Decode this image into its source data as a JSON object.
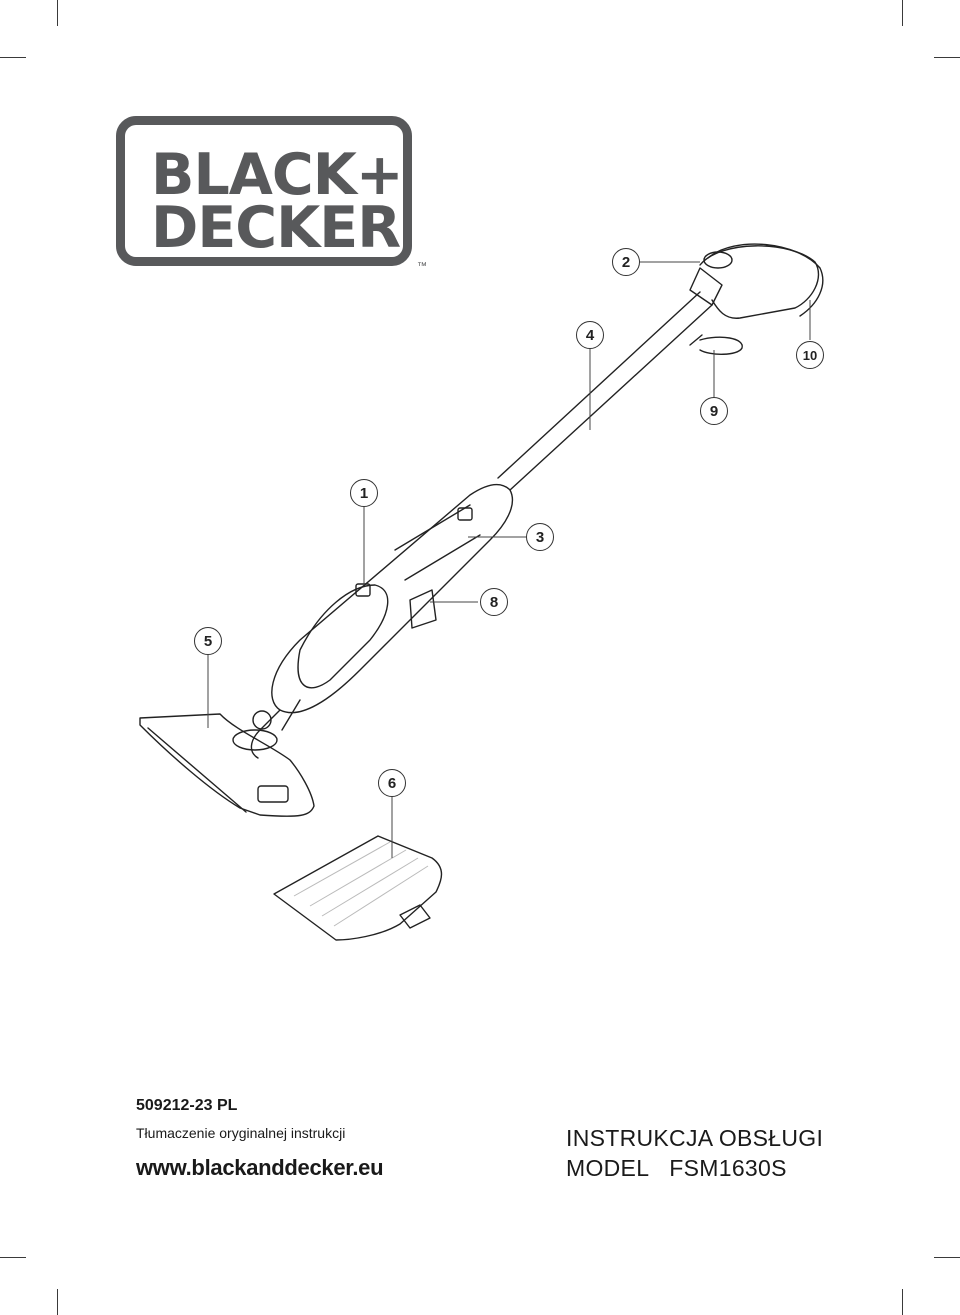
{
  "logo": {
    "line1": "BLACK+",
    "line2": "DECKER",
    "trademark": "™",
    "color": "#58595b"
  },
  "callouts": [
    "1",
    "2",
    "3",
    "4",
    "5",
    "6",
    "8",
    "9",
    "10"
  ],
  "footer": {
    "doc_number": "509212-23 PL",
    "subtitle": "Tłumaczenie oryginalnej instrukcji",
    "website": "www.blackanddecker.eu",
    "manual_title": "INSTRUKCJA OBSŁUGI",
    "model_label": "MODEL",
    "model_number": "FSM1630S"
  }
}
